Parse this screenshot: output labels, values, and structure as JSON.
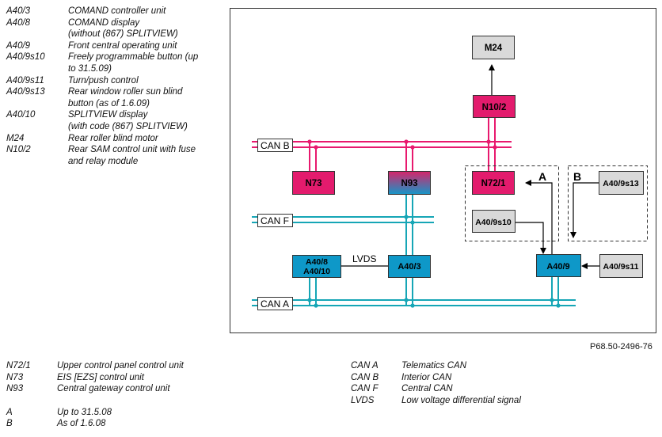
{
  "legend_top": [
    {
      "code": "A40/3",
      "desc": "COMAND controller unit"
    },
    {
      "code": "A40/8",
      "desc": "COMAND display"
    },
    {
      "code": "",
      "desc": "(without (867) SPLITVIEW)"
    },
    {
      "code": "A40/9",
      "desc": "Front central operating unit"
    },
    {
      "code": "A40/9s10",
      "desc": "Freely programmable button (up"
    },
    {
      "code": "",
      "desc": "to 31.5.09)"
    },
    {
      "code": "A40/9s11",
      "desc": "Turn/push control"
    },
    {
      "code": "A40/9s13",
      "desc": "Rear window roller sun blind"
    },
    {
      "code": "",
      "desc": "button (as of 1.6.09)"
    },
    {
      "code": "A40/10",
      "desc": "SPLITVIEW display"
    },
    {
      "code": "",
      "desc": "(with code (867) SPLITVIEW)"
    },
    {
      "code": "M24",
      "desc": "Rear roller blind motor"
    },
    {
      "code": "N10/2",
      "desc": "Rear SAM control unit with fuse"
    },
    {
      "code": "",
      "desc": "and relay module"
    }
  ],
  "legend_bottom_left": [
    {
      "code": "N72/1",
      "desc": "Upper control panel control unit"
    },
    {
      "code": "N73",
      "desc": "EIS [EZS] control unit"
    },
    {
      "code": "N93",
      "desc": "Central gateway control unit"
    }
  ],
  "legend_bottom_left_2": [
    {
      "code": "A",
      "desc": "Up to 31.5.08"
    },
    {
      "code": "B",
      "desc": "As of 1.6.08"
    }
  ],
  "legend_bottom_right": [
    {
      "code": "CAN A",
      "desc": "Telematics CAN"
    },
    {
      "code": "CAN B",
      "desc": "Interior CAN"
    },
    {
      "code": "CAN F",
      "desc": "Central CAN"
    },
    {
      "code": "LVDS",
      "desc": "Low voltage differential signal"
    }
  ],
  "figure_ref": "P68.50-2496-76",
  "diagram": {
    "bus_labels": {
      "can_b": "CAN B",
      "can_f": "CAN F",
      "can_a": "CAN A"
    },
    "units": {
      "m24": "M24",
      "n10_2": "N10/2",
      "n73": "N73",
      "n93": "N93",
      "n72_1": "N72/1",
      "a40_9s13": "A40/9s13",
      "a40_9s10": "A40/9s10",
      "a40_8_line1": "A40/8",
      "a40_8_line2": "A40/10",
      "a40_3": "A40/3",
      "a40_9": "A40/9",
      "a40_9s11": "A40/9s11"
    },
    "group_labels": {
      "a": "A",
      "b": "B"
    },
    "lvds_label": "LVDS",
    "colors": {
      "can_b": "#e8196e",
      "can_f": "#16a6b6",
      "can_a": "#16a6b6",
      "pink_unit": "#e31b6d",
      "blue_unit": "#0e98c8",
      "gray_unit": "#d9d9d9"
    }
  }
}
